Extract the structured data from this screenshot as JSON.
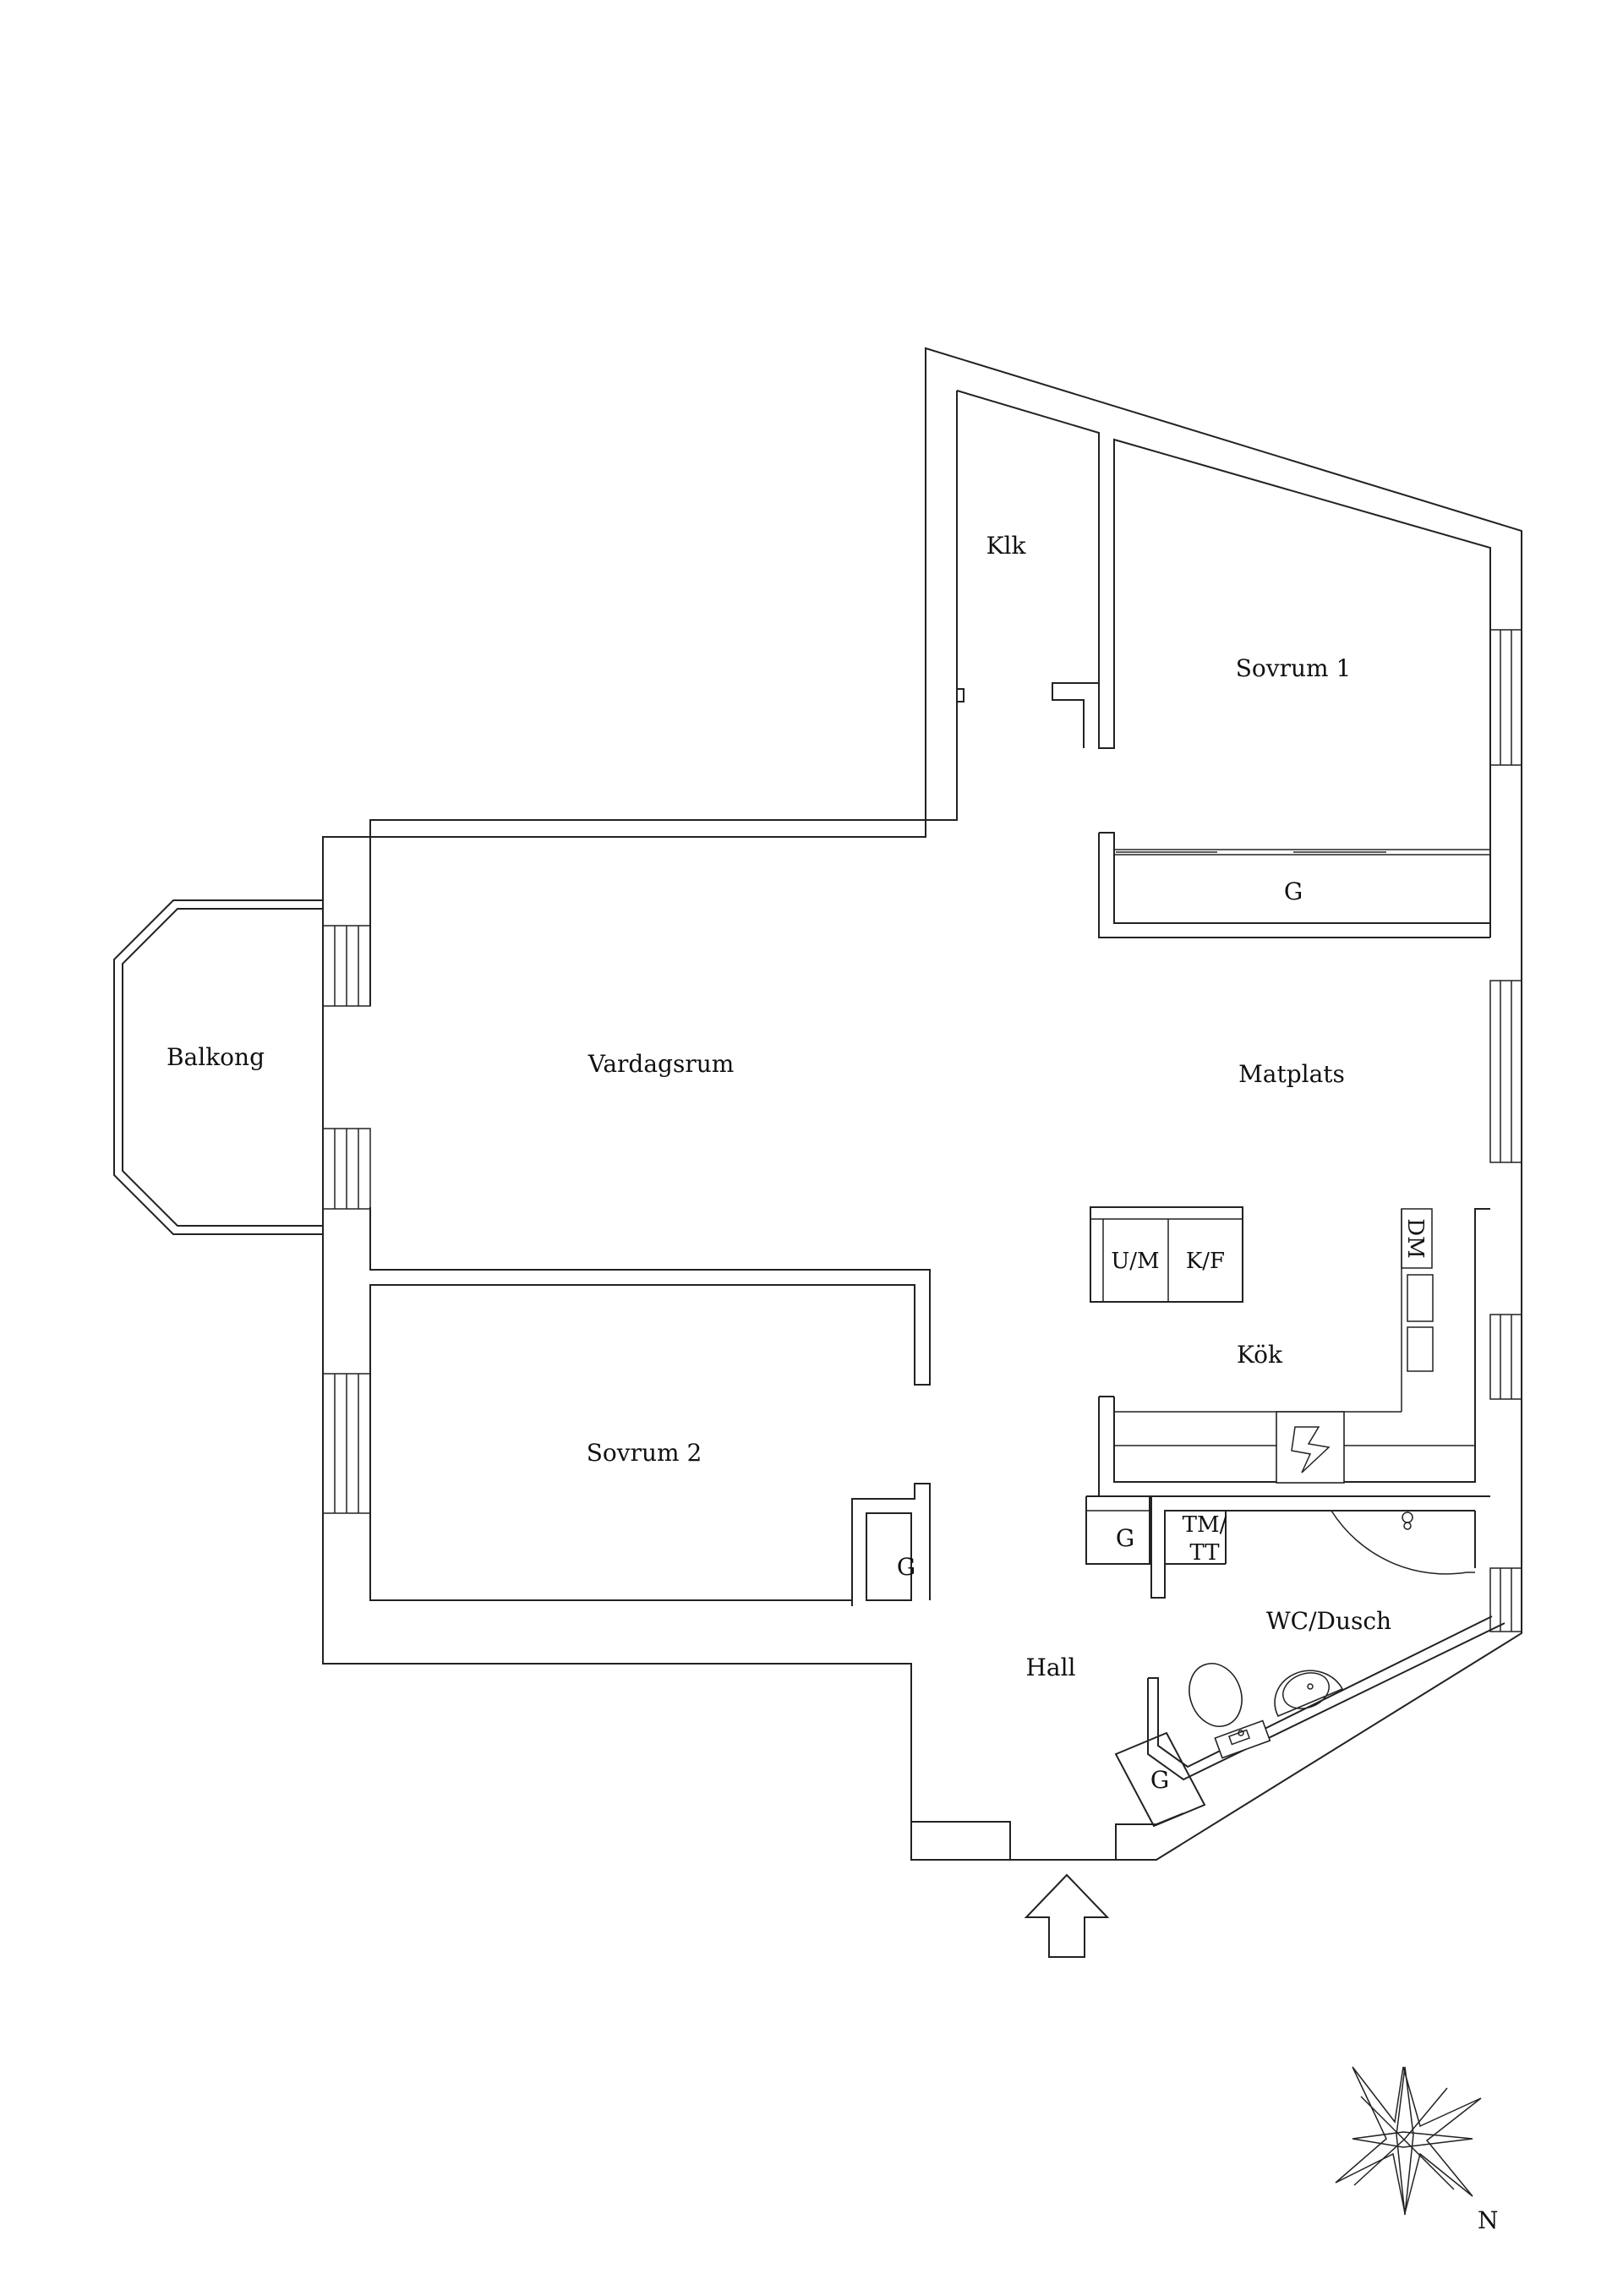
{
  "rooms": {
    "klk": "Klk",
    "sovrum1": "Sovrum 1",
    "g_sovrum1": "G",
    "balkong": "Balkong",
    "vardagsrum": "Vardagsrum",
    "matplats": "Matplats",
    "um": "U/M",
    "kf": "K/F",
    "dm": "DM",
    "kok": "Kök",
    "sovrum2": "Sovrum 2",
    "g_sovrum2": "G",
    "g_hall_upper": "G",
    "tm_tt_line1": "TM/",
    "tm_tt_line2": "TT",
    "wc_dusch": "WC/Dusch",
    "hall": "Hall",
    "g_hall_lower": "G"
  },
  "compass": {
    "north": "N"
  },
  "colors": {
    "line": "#222222",
    "background": "#ffffff"
  }
}
